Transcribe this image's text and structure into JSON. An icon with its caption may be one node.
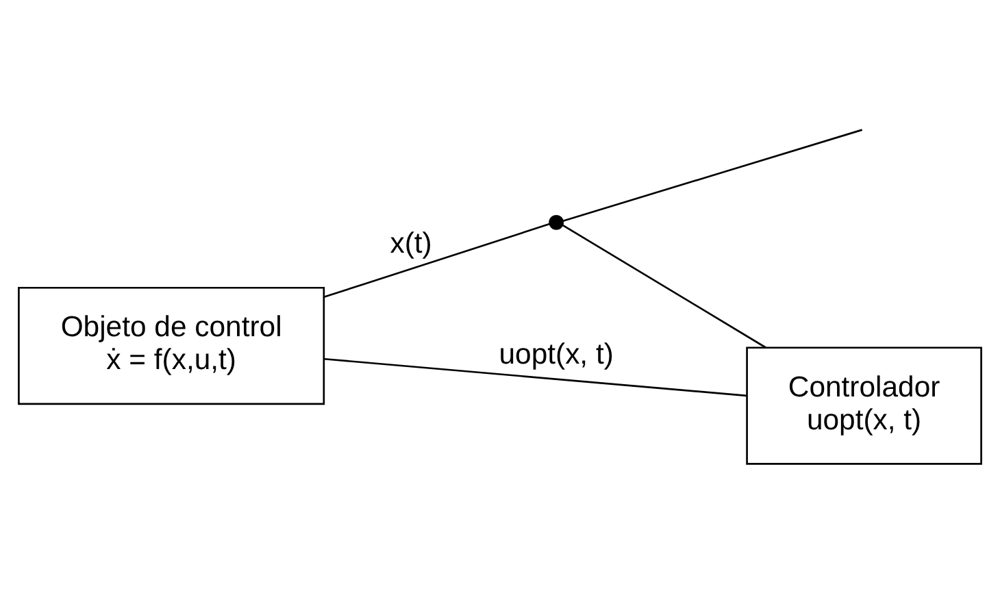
{
  "diagram": {
    "nodes": [
      {
        "text": [
          "Objeto de control",
          "ẋ = f(x,u,t)"
        ]
      },
      {
        "text": [
          "Controlador",
          "uopt(x, t)"
        ]
      },
      {
        "text": [],
        "shape": "circle"
      }
    ],
    "edges": [
      {
        "from": 0,
        "to": 2,
        "arrow": "none",
        "label": "x(t)"
      },
      {
        "from": 2,
        "to": null,
        "arrow": "none"
      },
      {
        "from": 2,
        "to": 1,
        "arrow": "none"
      },
      {
        "from": 1,
        "to": 0,
        "arrow": "none",
        "label": "uopt(x, t)"
      }
    ]
  }
}
